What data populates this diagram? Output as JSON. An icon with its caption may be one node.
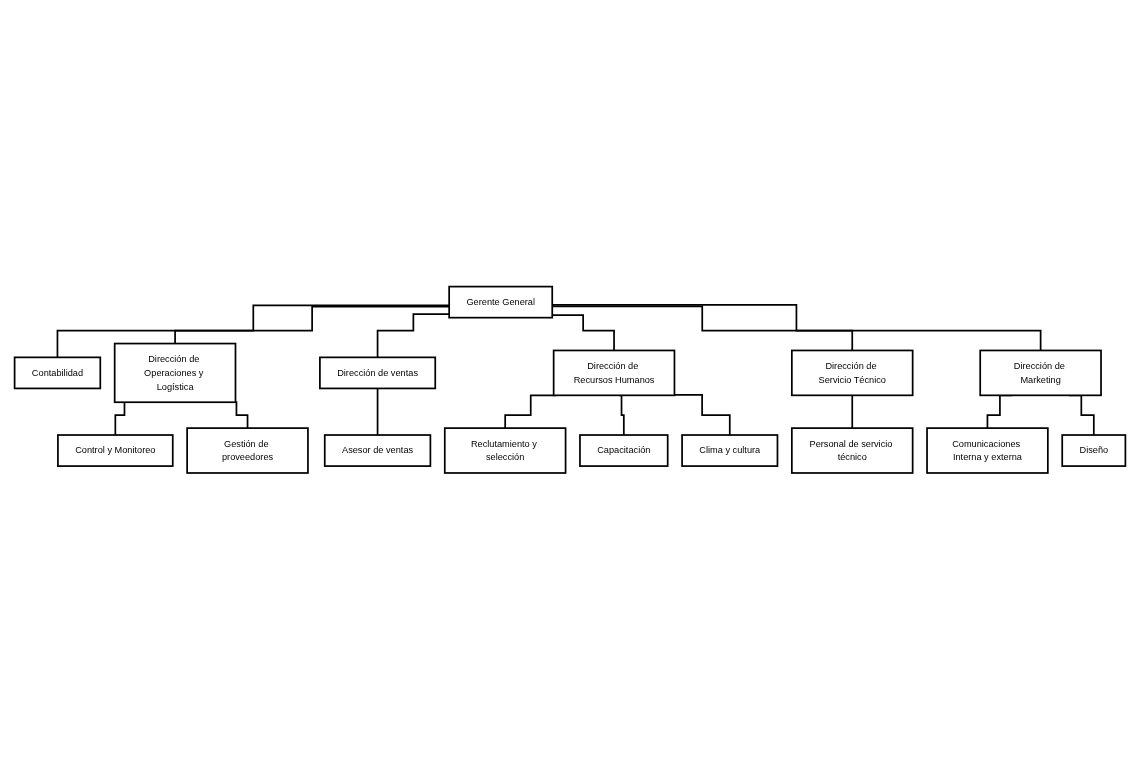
{
  "diagram": {
    "nodes": [
      {
        "text": [
          "Gerente General"
        ]
      },
      {
        "text": [
          "Contabilidad"
        ]
      },
      {
        "text": [
          "Dirección de Operaciones y Logística"
        ]
      },
      {
        "text": [
          "Dirección de ventas"
        ]
      },
      {
        "text": [
          "Dirección de Recursos Humanos"
        ]
      },
      {
        "text": [
          "Dirección de Servicio Técnico"
        ]
      },
      {
        "text": [
          "Dirección de Marketing"
        ]
      },
      {
        "text": [
          "Control y Monitoreo"
        ]
      },
      {
        "text": [
          "Gestión de proveedores"
        ]
      },
      {
        "text": [
          "Asesor de ventas"
        ]
      },
      {
        "text": [
          "Reclutamiento y selección"
        ]
      },
      {
        "text": [
          "Capacitación"
        ]
      },
      {
        "text": [
          "Clima y cultura"
        ]
      },
      {
        "text": [
          "Personal de servicio técnico"
        ]
      },
      {
        "text": [
          "Comunicaciones Interna y externa"
        ]
      },
      {
        "text": [
          "Diseño"
        ]
      }
    ],
    "edges": [
      {
        "from": 0,
        "to": 1,
        "arrow": "none"
      },
      {
        "from": 0,
        "to": 2,
        "arrow": "none"
      },
      {
        "from": 0,
        "to": 3,
        "arrow": "none"
      },
      {
        "from": 0,
        "to": 4,
        "arrow": "none"
      },
      {
        "from": 0,
        "to": 5,
        "arrow": "none"
      },
      {
        "from": 0,
        "to": 6,
        "arrow": "none"
      },
      {
        "from": 2,
        "to": 7,
        "arrow": "none"
      },
      {
        "from": 2,
        "to": 8,
        "arrow": "none"
      },
      {
        "from": 3,
        "to": 9,
        "arrow": "none"
      },
      {
        "from": 4,
        "to": 10,
        "arrow": "none"
      },
      {
        "from": 4,
        "to": 11,
        "arrow": "none"
      },
      {
        "from": 4,
        "to": 12,
        "arrow": "none"
      },
      {
        "from": 5,
        "to": 13,
        "arrow": "none"
      },
      {
        "from": 6,
        "to": 14,
        "arrow": "none"
      },
      {
        "from": 6,
        "to": 15,
        "arrow": "none"
      }
    ]
  }
}
